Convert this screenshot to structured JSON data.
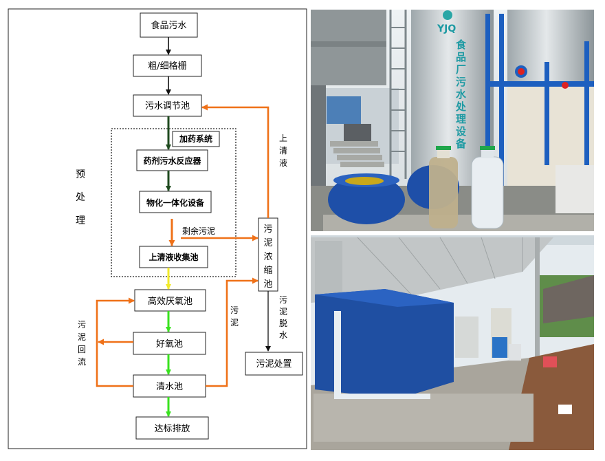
{
  "flow": {
    "food_wastewater": "食品污水",
    "screens": "粗/细格栅",
    "equalization_tank": "污水调节池",
    "dosing_system": "加药系统",
    "reactor": "药剂污水反应器",
    "integrated_equipment": "物化一体化设备",
    "supernatant_tank": "上清液收集池",
    "anaerobic_tank": "高效厌氧池",
    "aerobic_tank": "好氧池",
    "clear_water_tank": "清水池",
    "discharge": "达标排放",
    "sludge_thickening_tank": [
      "污",
      "泥",
      "浓",
      "缩",
      "池"
    ],
    "sludge_disposal": "污泥处置"
  },
  "labels": {
    "pretreatment": [
      "预",
      "处",
      "理"
    ],
    "supernatant": [
      "上",
      "清",
      "液"
    ],
    "excess_sludge": "剩余污泥",
    "sludge": [
      "污",
      "泥"
    ],
    "sludge_dewatering": [
      "污",
      "泥",
      "脱",
      "水"
    ],
    "sludge_return": [
      "污",
      "泥",
      "回",
      "流"
    ]
  },
  "photos": {
    "tank_logo": "YJQ",
    "tank_text": [
      "食",
      "品",
      "厂",
      "污",
      "水",
      "处",
      "理",
      "设",
      "备"
    ]
  },
  "colors": {
    "orange": "#ef7118",
    "dark_green": "#1f4a1f",
    "light_green": "#39e21f",
    "yellow": "#f2ea29",
    "black": "#111111"
  }
}
